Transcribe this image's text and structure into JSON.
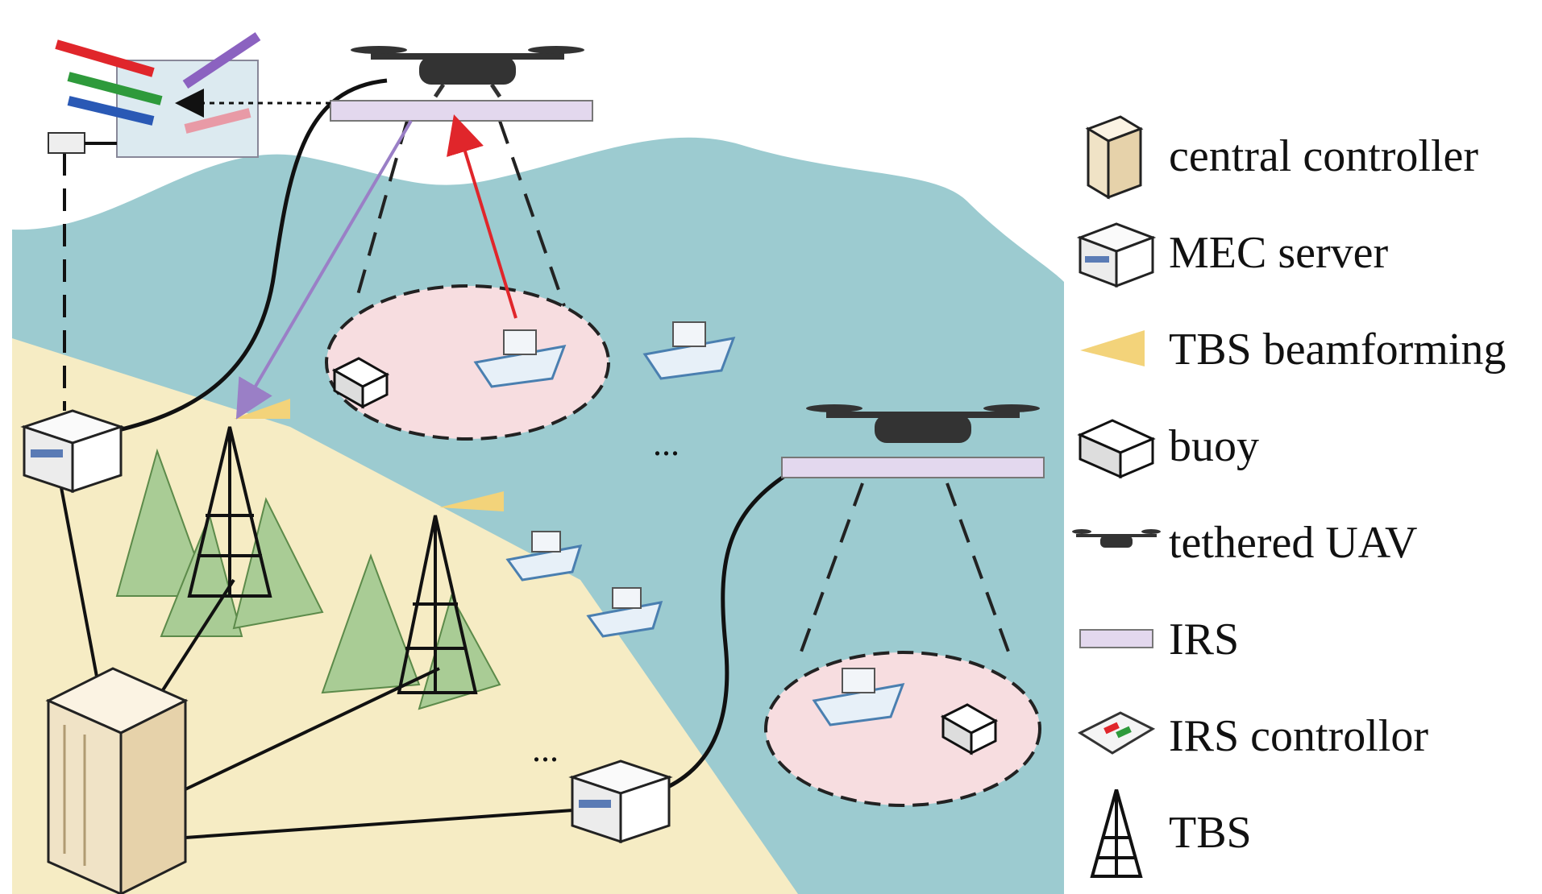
{
  "legend": {
    "items": [
      {
        "key": "central_controller",
        "label": "central controller",
        "icon": "server-rack-icon"
      },
      {
        "key": "mec_server",
        "label": "MEC server",
        "icon": "mec-server-icon"
      },
      {
        "key": "tbs_beamforming",
        "label": "TBS beamforming",
        "icon": "beam-icon"
      },
      {
        "key": "buoy",
        "label": "buoy",
        "icon": "buoy-icon"
      },
      {
        "key": "tethered_uav",
        "label": "tethered UAV",
        "icon": "drone-icon"
      },
      {
        "key": "irs",
        "label": "IRS",
        "icon": "irs-panel-icon"
      },
      {
        "key": "irs_controller",
        "label": "IRS controllor",
        "icon": "irs-controller-icon"
      },
      {
        "key": "tbs",
        "label": "TBS",
        "icon": "tower-icon"
      }
    ]
  },
  "scene": {
    "ellipsis_labels": [
      "...",
      "...",
      "..."
    ]
  },
  "colors": {
    "sea": "#9ccbd0",
    "beach": "#f6ecc4",
    "coverage": "#f7dde0",
    "irs": "#e3d8ee",
    "mountain": "#a9cc95",
    "beam": "#f3d37a",
    "downlink_arrow": "#9a7fc6",
    "uplink_arrow": "#e0262b"
  }
}
